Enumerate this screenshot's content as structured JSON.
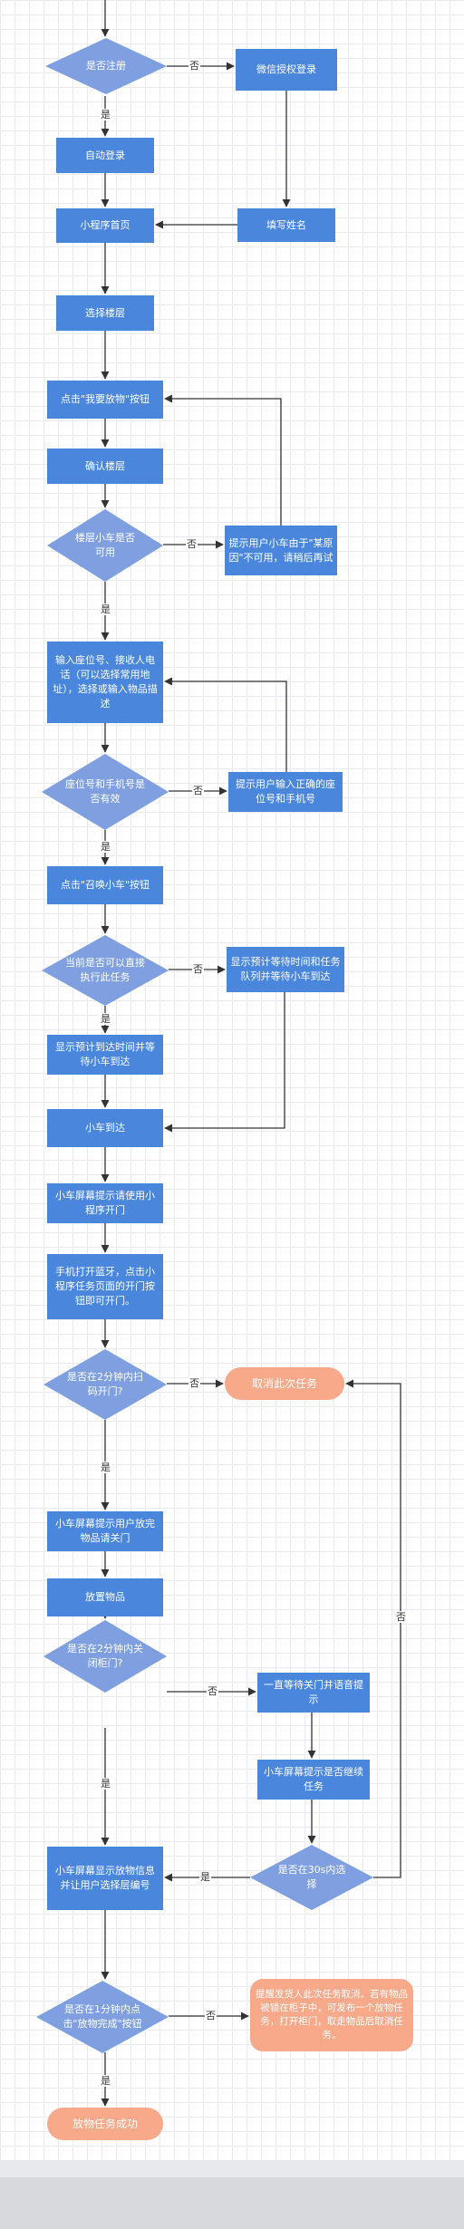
{
  "nodes": {
    "n_register_q": "是否注册",
    "n_wechat_login": "微信授权登录",
    "n_auto_login": "自动登录",
    "n_fill_name": "填写姓名",
    "n_home": "小程序首页",
    "n_select_floor": "选择楼层",
    "n_click_send": "点击\"我要放物\"按钮",
    "n_confirm_floor": "确认楼层",
    "n_floor_car_q": "楼层小车是否可用",
    "n_car_unavailable": "提示用户小车由于\"某原因\"不可用，请稍后再试",
    "n_input_info": "输入座位号、接收人电话（可以选择常用地址），选择或输入物品描述",
    "n_seat_phone_q": "座位号和手机号是否有效",
    "n_invalid_seat": "提示用户输入正确的座位号和手机号",
    "n_call_car": "点击\"召唤小车\"按钮",
    "n_direct_q": "当前是否可以直接执行此任务",
    "n_queue_wait": "显示预计等待时间和任务队列并等待小车到达",
    "n_eta_wait": "显示预计到达时间并等待小车到达",
    "n_car_arrive": "小车到达",
    "n_screen_open": "小车屏幕提示请使用小程序开门",
    "n_bluetooth": "手机打开蓝牙，点击小程序任务页面的开门按钮即可开门。",
    "n_scan_q": "是否在2分钟内扫码开门?",
    "n_cancel": "取消此次任务",
    "n_screen_close": "小车屏幕提示用户放完物品请关门",
    "n_put_item": "放置物品",
    "n_close_q": "是否在2分钟内关闭柜门?",
    "n_wait_close": "一直等待关门并语音提示",
    "n_continue_q": "小车屏幕提示是否继续任务",
    "n_30s_q": "是否在30s内选择",
    "n_item_info": "小车屏幕显示放物信息并让用户选择层编号",
    "n_done_q": "是否在1分钟内点击\"放物完成\"按钮",
    "n_remind": "提醒发货人此次任务取消。若有物品被锁在柜子中，可发布一个放物任务，打开柜门，取走物品后取消任务。",
    "n_success": "放物任务成功"
  },
  "labels": {
    "l_no": "否",
    "l_yes": "是"
  }
}
